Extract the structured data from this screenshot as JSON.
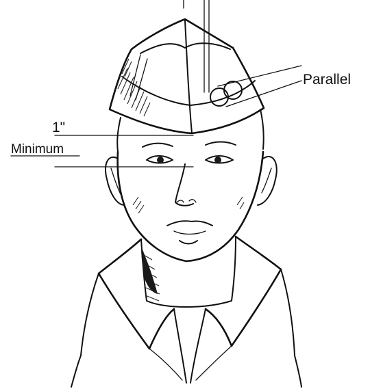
{
  "labels": {
    "parallel": "Parallel",
    "measurement": "1\"",
    "minimum": "Minimum"
  },
  "colors": {
    "ink": "#111111",
    "background": "#ffffff"
  }
}
